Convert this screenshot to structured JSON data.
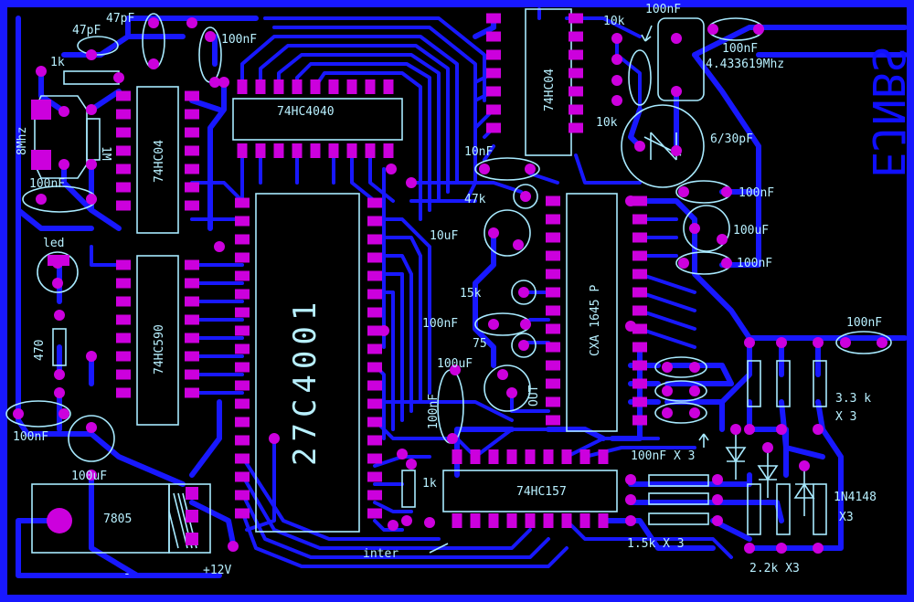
{
  "colors": {
    "background": "#000000",
    "copper": "#1818ff",
    "pad": "#cc00dd",
    "silkscreen": "#a8eaff"
  },
  "chips": {
    "u1": "74HC04",
    "u2": "74HC590",
    "u3": "74HC4040",
    "u4": "27C4001",
    "u5": "74HC04",
    "u6": "CXA 1645 P",
    "u7": "74HC157",
    "reg": "7805"
  },
  "labels": {
    "c_47pf_a": "47pF",
    "c_47pf_b": "47pF",
    "r_1k_top": "1k",
    "c_100nf_top": "100nF",
    "xtal_8mhz": "8Mhz",
    "r_1m": "1M",
    "c_100nf_left": "100nF",
    "led": "led",
    "r_470": "470",
    "c_100nf_bl": "100nF",
    "c_100uf_bl": "100uF",
    "minus": "-",
    "plus12": "+12V",
    "inter": "inter",
    "r_1k_mid": "1k",
    "c_100nf_vert": "100nF",
    "c_10nf": "10nF",
    "r_47k": "47k",
    "c_10uf": "10uF",
    "r_15k": "15k",
    "c_100nf_mid": "100nF",
    "r_75": "75",
    "c_100uf_mid": "100uF",
    "out": "OUT",
    "r_10k_a": "10k",
    "c_100nf_tr": "100nF",
    "c_100nf_tr2": "100nF",
    "xtal_443": "4.433619Mhz",
    "r_10k_b": "10k",
    "c_630pf": "6/30pF",
    "c_100nf_r1": "100nF",
    "c_100uf_r": "100uF",
    "c_100nf_r2": "100nF",
    "c_100nf_r3": "100nF",
    "r_33k": "3.3 k",
    "x3_a": "X 3",
    "c_100nf_x3": "100nF X 3",
    "d_1n4148": "1N4148",
    "x3_b": "X3",
    "r_15k_x3": "1.5k X 3",
    "r_22k_x3": "2.2k X3",
    "logo": "EJNBS"
  }
}
